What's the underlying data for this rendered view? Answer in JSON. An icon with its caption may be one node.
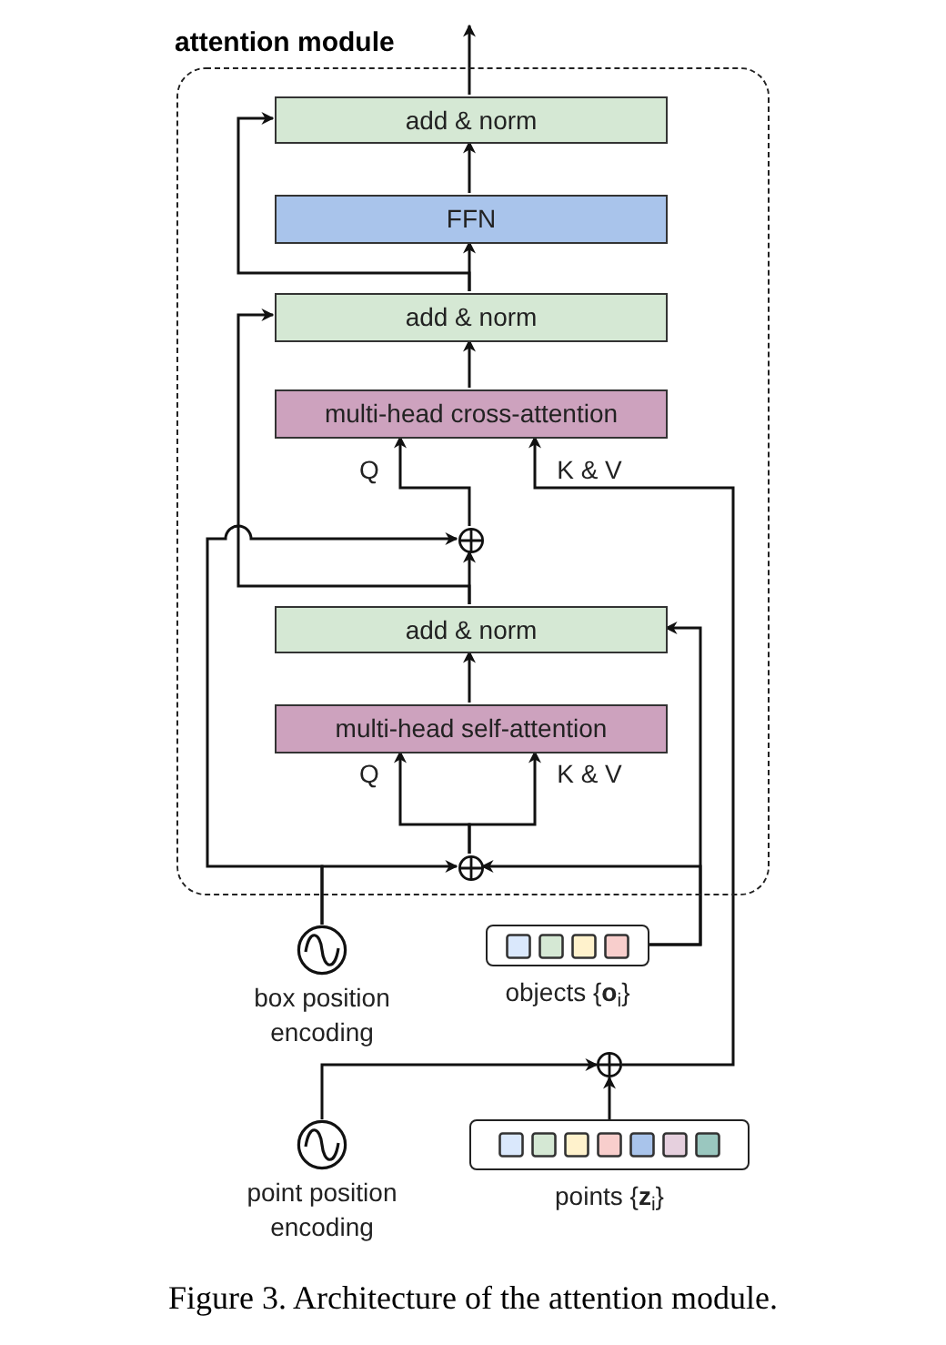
{
  "diagram": {
    "caption": "Figure 3. Architecture of the attention module.",
    "nodes": [
      {
        "text": [
          "attention module"
        ]
      },
      {
        "text": [
          "add & norm"
        ],
        "in": 0
      },
      {
        "text": [
          "FFN"
        ],
        "in": 0
      },
      {
        "text": [
          "add & norm"
        ],
        "in": 0
      },
      {
        "text": [
          "multi-head cross-attention"
        ],
        "in": 0
      },
      {
        "text": [],
        "shape": "circle",
        "in": 0
      },
      {
        "text": [
          "add & norm"
        ],
        "in": 0
      },
      {
        "text": [
          "multi-head self-attention"
        ],
        "in": 0
      },
      {
        "text": [],
        "shape": "circle",
        "in": 0
      },
      {
        "text": [
          "box position encoding"
        ]
      },
      {
        "text": [
          "objects {**o**$_{i}$}"
        ]
      },
      {
        "text": [],
        "shape": "circle"
      },
      {
        "text": [
          "point position encoding"
        ]
      },
      {
        "text": [
          "points {**z**$_{i}$}"
        ]
      }
    ],
    "edges": [
      {
        "from": 1,
        "to": null,
        "arrow": "to"
      },
      {
        "from": 2,
        "to": 1,
        "arrow": "to"
      },
      {
        "from": 3,
        "to": 2,
        "arrow": "to"
      },
      {
        "from": 4,
        "to": 3,
        "arrow": "to"
      },
      {
        "from": 5,
        "to": 4,
        "arrow": "to",
        "label": "Q"
      },
      {
        "from": 11,
        "to": 4,
        "arrow": "to",
        "label": "K & V"
      },
      {
        "from": 6,
        "to": 5,
        "arrow": "to"
      },
      {
        "from": 6,
        "to": 3,
        "arrow": "to"
      },
      {
        "from": 3,
        "to": 1,
        "arrow": "to"
      },
      {
        "from": 7,
        "to": 6,
        "arrow": "to"
      },
      {
        "from": 8,
        "to": 7,
        "arrow": "to",
        "label": "Q"
      },
      {
        "from": 8,
        "to": 7,
        "arrow": "to",
        "label": "K & V"
      },
      {
        "from": 9,
        "to": 8,
        "arrow": "to"
      },
      {
        "from": 9,
        "to": 5,
        "arrow": "to"
      },
      {
        "from": 10,
        "to": 8,
        "arrow": "to"
      },
      {
        "from": 10,
        "to": 6,
        "arrow": "to"
      },
      {
        "from": 12,
        "to": 11,
        "arrow": "to"
      },
      {
        "from": 13,
        "to": 11,
        "arrow": "to"
      }
    ]
  }
}
